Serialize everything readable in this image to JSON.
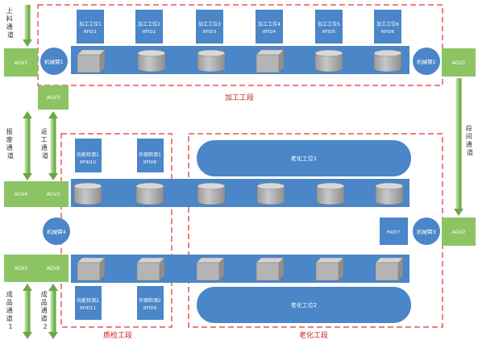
{
  "sections": {
    "processing": "加工工段",
    "qc": "质检工段",
    "aging": "老化工段"
  },
  "channels": {
    "loading": [
      "上",
      "料",
      "通",
      "道"
    ],
    "scrap": [
      "报",
      "废",
      "通",
      "道"
    ],
    "return": [
      "返",
      "工",
      "通",
      "道"
    ],
    "between": [
      "段",
      "间",
      "通",
      "道"
    ],
    "product1": [
      "成",
      "品",
      "通",
      "道",
      "1"
    ],
    "product2": [
      "成",
      "品",
      "通",
      "道",
      "2"
    ]
  },
  "agvs": [
    "AGV1",
    "AGV2",
    "AGV3",
    "AGV4",
    "AGV3",
    "AGV5",
    "AGV6",
    "AGV2"
  ],
  "robots": [
    "机械臂1",
    "机械臂2",
    "机械臂4",
    "机械臂3"
  ],
  "stations": [
    {
      "name": "加工工位1",
      "rfid": "RFID1"
    },
    {
      "name": "加工工位2",
      "rfid": "RFID2"
    },
    {
      "name": "加工工位3",
      "rfid": "RFID3"
    },
    {
      "name": "加工工位4",
      "rfid": "RFID4"
    },
    {
      "name": "加工工位5",
      "rfid": "RFID5"
    },
    {
      "name": "加工工位6",
      "rfid": "RFID6"
    },
    {
      "name": "功能检测1",
      "rfid": "RFID10"
    },
    {
      "name": "外观检测1",
      "rfid": "RFID8"
    },
    {
      "name": "功能检测2",
      "rfid": "RFID11"
    },
    {
      "name": "外观检测2",
      "rfid": "RFID9"
    }
  ],
  "aging_stations": [
    "老化工位1",
    "老化工位2"
  ],
  "rfid7": "FRID7",
  "colors": {
    "belt": "#4a86c8",
    "station": "#4a86c8",
    "agv": "#8cc464",
    "dashed": "#e03030",
    "section_text": "#cc2020",
    "arrow_dark": "#5e9c3c",
    "arrow_light": "#c8e6b0",
    "item": "#b4b4b4"
  }
}
